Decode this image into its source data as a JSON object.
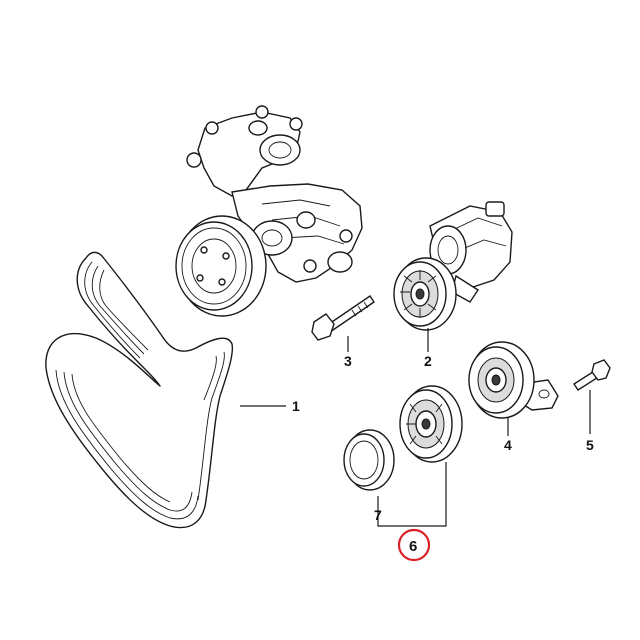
{
  "callouts": {
    "belt": "1",
    "tensioner_pulley": "2",
    "bolt_long": "3",
    "idler_pulley_bracket": "4",
    "bolt_short": "5",
    "idler_pulley": "6",
    "dust_cap": "7"
  },
  "highlight": {
    "color": "#d92027",
    "target": "6"
  }
}
